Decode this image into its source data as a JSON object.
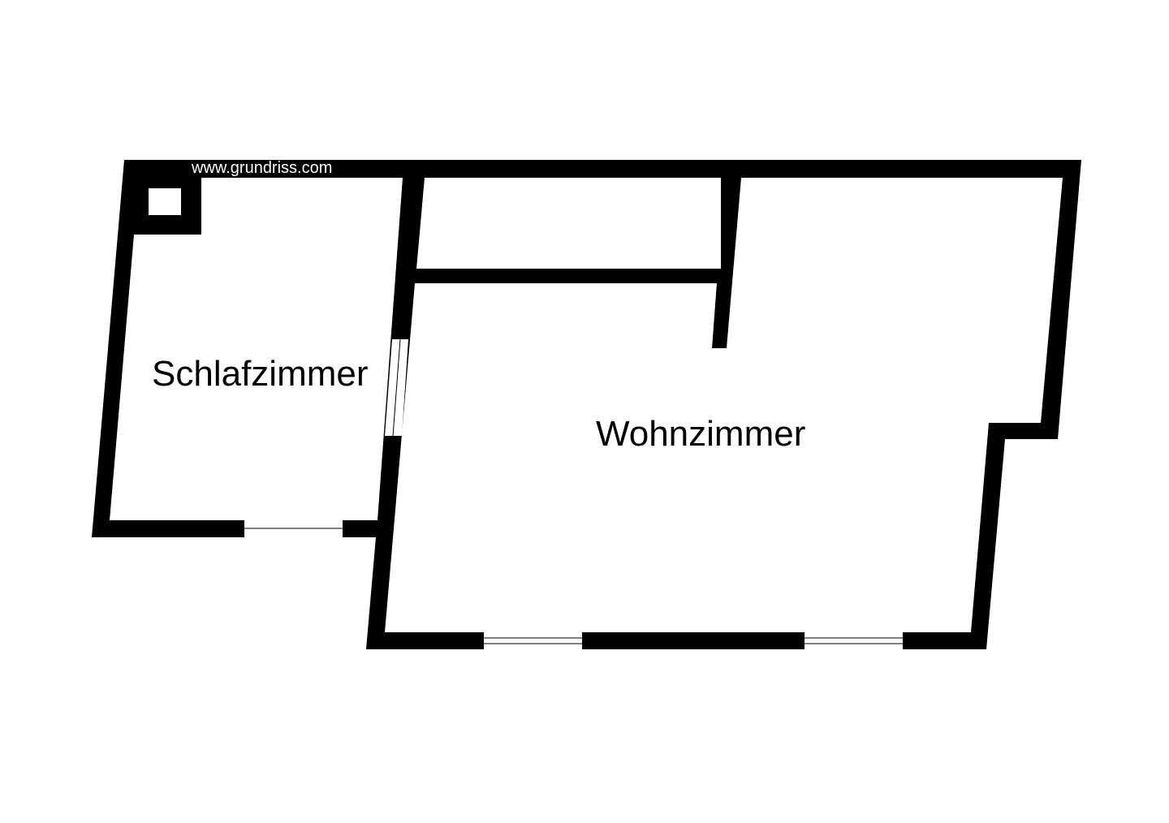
{
  "watermark": "www.grundriss.com",
  "rooms": {
    "bedroom": {
      "label": "Schlafzimmer"
    },
    "living": {
      "label": "Wohnzimmer"
    }
  },
  "colors": {
    "wall": "#000000",
    "background": "#ffffff",
    "window_line": "#000000"
  }
}
